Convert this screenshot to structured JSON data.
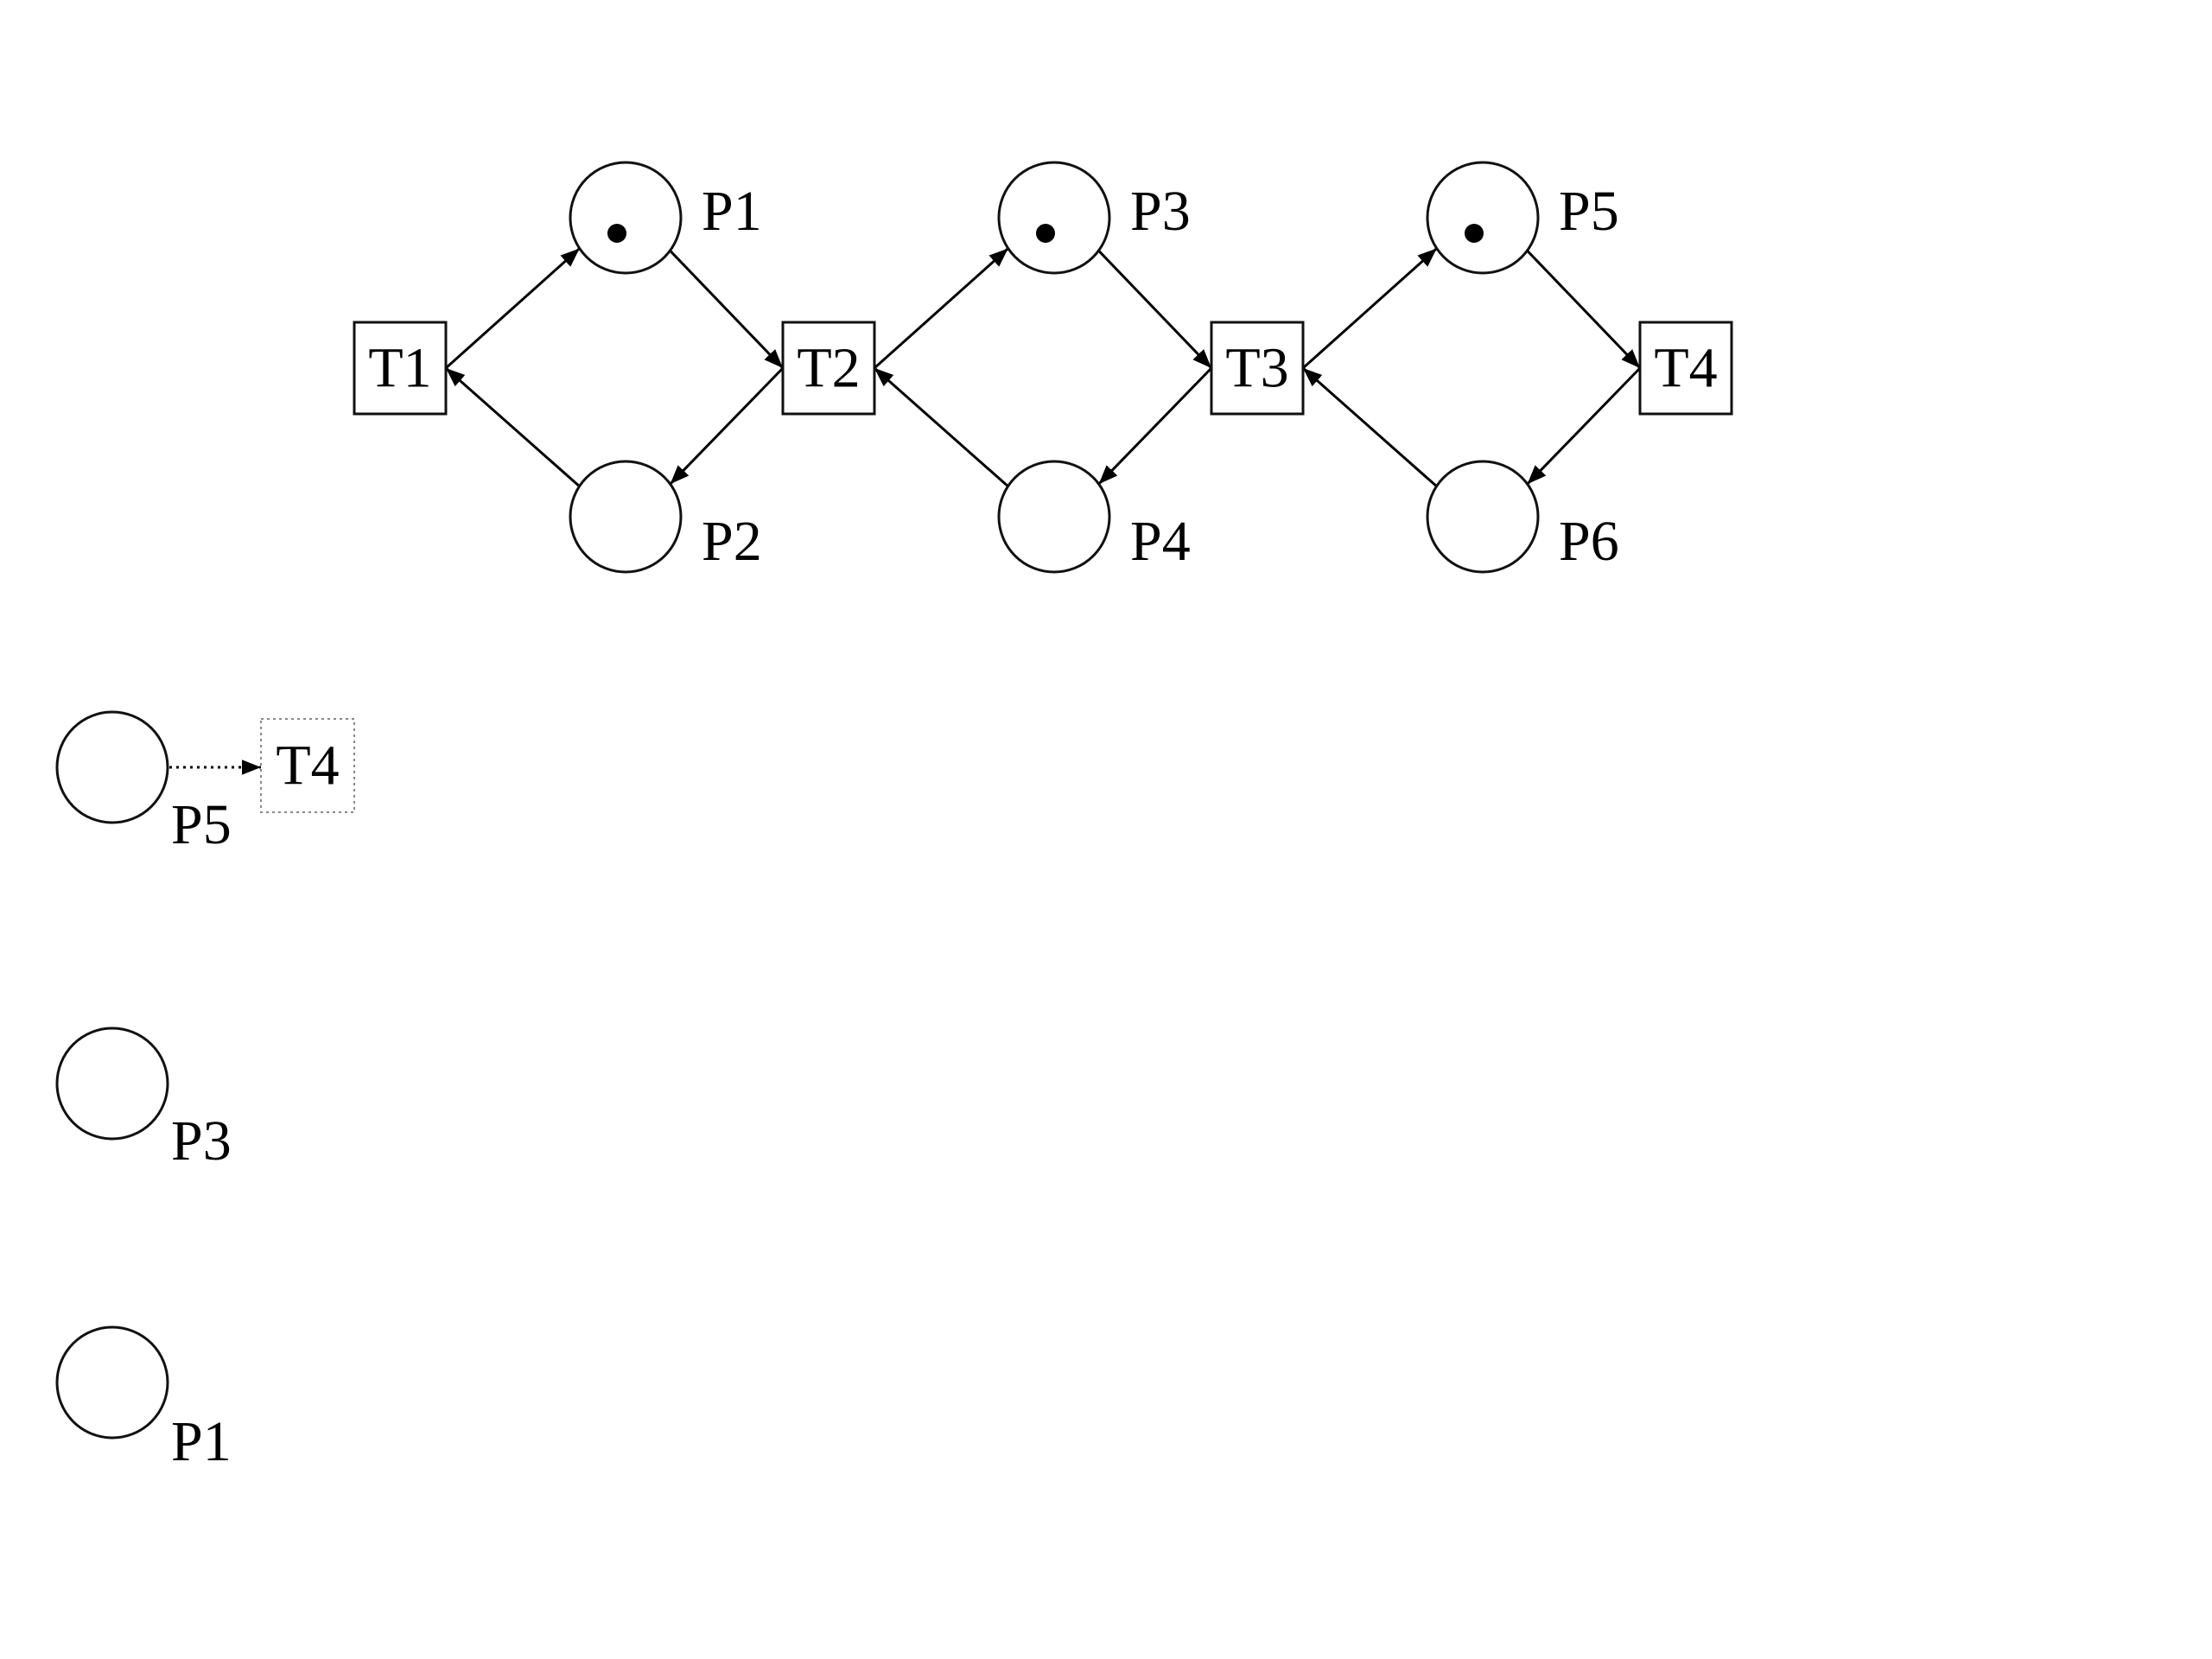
{
  "net": {
    "places": [
      {
        "id": "p1",
        "label": "P1",
        "tokens": 1
      },
      {
        "id": "p2",
        "label": "P2",
        "tokens": 0
      },
      {
        "id": "p3",
        "label": "P3",
        "tokens": 1
      },
      {
        "id": "p4",
        "label": "P4",
        "tokens": 0
      },
      {
        "id": "p5",
        "label": "P5",
        "tokens": 1
      },
      {
        "id": "p6",
        "label": "P6",
        "tokens": 0
      }
    ],
    "transitions": [
      {
        "id": "t1",
        "label": "T1"
      },
      {
        "id": "t2",
        "label": "T2"
      },
      {
        "id": "t3",
        "label": "T3"
      },
      {
        "id": "t4",
        "label": "T4"
      }
    ],
    "arcs": [
      {
        "from": "t1",
        "to": "p1"
      },
      {
        "from": "p2",
        "to": "t1"
      },
      {
        "from": "p1",
        "to": "t2"
      },
      {
        "from": "t2",
        "to": "p2"
      },
      {
        "from": "t2",
        "to": "p3"
      },
      {
        "from": "p4",
        "to": "t2"
      },
      {
        "from": "p3",
        "to": "t3"
      },
      {
        "from": "t3",
        "to": "p4"
      },
      {
        "from": "t3",
        "to": "p5"
      },
      {
        "from": "p6",
        "to": "t3"
      },
      {
        "from": "p5",
        "to": "t4"
      },
      {
        "from": "t4",
        "to": "p6"
      }
    ]
  },
  "legend": {
    "row1": {
      "place_label": "P5",
      "transition_label": "T4"
    },
    "row2": {
      "place_label": "P3"
    },
    "row3": {
      "place_label": "P1"
    }
  }
}
